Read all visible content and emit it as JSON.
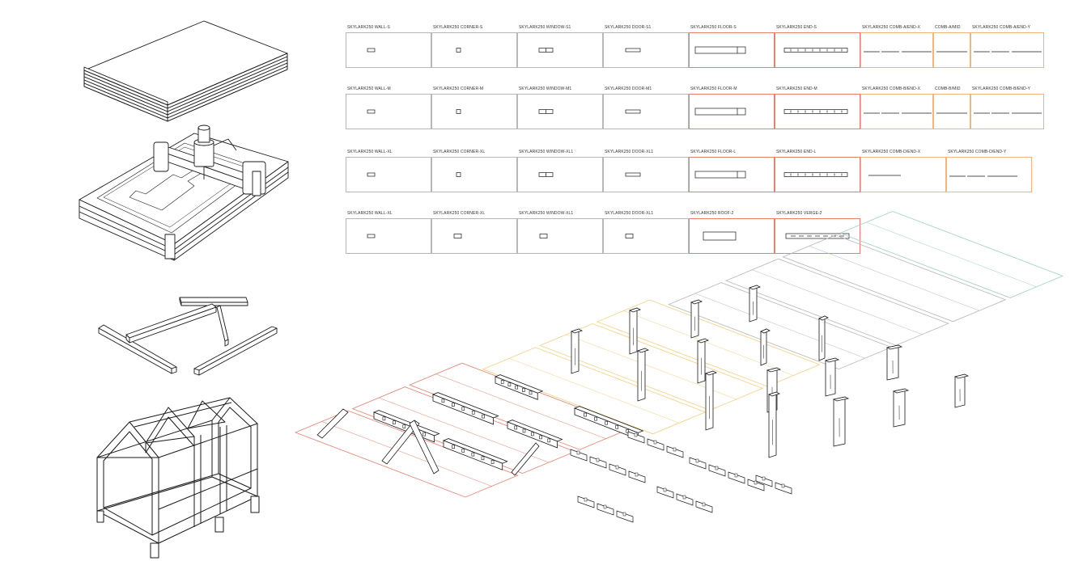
{
  "palette": {
    "grey": "#b7b7b7",
    "red": "#e8806e",
    "orange": "#f2b57a",
    "yellow": "#f5cf80",
    "teal": "#9fcfc6",
    "ink": "#1a1a1a"
  },
  "catalog": {
    "rows": [
      {
        "cells": [
          {
            "label": "SKYLARK250 WALL-S",
            "color": "grey",
            "piece": "panel-small"
          },
          {
            "label": "SKYLARK250 CORNER-S",
            "color": "grey",
            "piece": "block"
          },
          {
            "label": "SKYLARK250 WINDOW-S1",
            "color": "grey",
            "piece": "double"
          },
          {
            "label": "SKYLARK250 DOOR-S1",
            "color": "grey",
            "piece": "bar"
          },
          {
            "label": "SKYLARK250 FLOOR-S",
            "color": "red",
            "piece": "floor"
          },
          {
            "label": "SKYLARK250 END-S",
            "color": "red",
            "piece": "end"
          },
          {
            "label": "SKYLARK250 COMB-A/END-X",
            "color": "orange",
            "piece": "comb"
          },
          {
            "label": "COMB-A/MID",
            "color": "orange",
            "piece": "comb-short"
          },
          {
            "label": "SKYLARK250 COMB-A/END-Y",
            "color": "orange",
            "piece": "comb"
          }
        ]
      },
      {
        "cells": [
          {
            "label": "SKYLARK250 WALL-M",
            "color": "grey",
            "piece": "panel-small"
          },
          {
            "label": "SKYLARK250 CORNER-M",
            "color": "grey",
            "piece": "block"
          },
          {
            "label": "SKYLARK250 WINDOW-M1",
            "color": "grey",
            "piece": "double"
          },
          {
            "label": "SKYLARK250 DOOR-M1",
            "color": "grey",
            "piece": "bar"
          },
          {
            "label": "SKYLARK250 FLOOR-M",
            "color": "red",
            "piece": "floor"
          },
          {
            "label": "SKYLARK250 END-M",
            "color": "red",
            "piece": "end"
          },
          {
            "label": "SKYLARK250 COMB-B/END-X",
            "color": "orange",
            "piece": "comb"
          },
          {
            "label": "COMB-B/MID",
            "color": "orange",
            "piece": "comb-short"
          },
          {
            "label": "SKYLARK250 COMB-B/END-Y",
            "color": "orange",
            "piece": "comb"
          }
        ]
      },
      {
        "cells": [
          {
            "label": "SKYLARK250 WALL-XL",
            "color": "grey",
            "piece": "panel-small"
          },
          {
            "label": "SKYLARK250 CORNER-XL",
            "color": "grey",
            "piece": "block"
          },
          {
            "label": "SKYLARK250 WINDOW-XL1",
            "color": "grey",
            "piece": "double"
          },
          {
            "label": "SKYLARK250 DOOR-XL1",
            "color": "grey",
            "piece": "bar"
          },
          {
            "label": "SKYLARK250 FLOOR-L",
            "color": "red",
            "piece": "floor"
          },
          {
            "label": "SKYLARK250 END-L",
            "color": "red",
            "piece": "end"
          },
          {
            "label": "SKYLARK250 COMB-D/END-X",
            "color": "orange",
            "piece": "comb-one"
          },
          {
            "label": "SKYLARK250 COMB-D/END-Y",
            "color": "orange",
            "piece": "comb"
          }
        ]
      },
      {
        "cells": [
          {
            "label": "SKYLARK250 WALL-XL",
            "color": "grey",
            "piece": "panel-small"
          },
          {
            "label": "SKYLARK250 CORNER-XL",
            "color": "grey",
            "piece": "bar-small"
          },
          {
            "label": "SKYLARK250 WINDOW-XL1",
            "color": "grey",
            "piece": "bar-small"
          },
          {
            "label": "SKYLARK250 DOOR-XL1",
            "color": "grey",
            "piece": "bar-small"
          },
          {
            "label": "SKYLARK250 ROOF-2",
            "color": "red",
            "piece": "roof"
          },
          {
            "label": "SKYLARK250 VERGE-2",
            "color": "red",
            "piece": "verge"
          }
        ]
      }
    ]
  },
  "illustrations": [
    {
      "name": "plywood-sheet-stack",
      "icon": "stacked-sheets"
    },
    {
      "name": "cnc-router-machine",
      "icon": "cnc-router"
    },
    {
      "name": "cut-timber-parts",
      "icon": "loose-beams"
    },
    {
      "name": "assembled-house-frame",
      "icon": "house-frame"
    }
  ],
  "exploded_layout": {
    "strips": [
      {
        "color": "red"
      },
      {
        "color": "red"
      },
      {
        "color": "red"
      },
      {
        "color": "yellow"
      },
      {
        "color": "yellow"
      },
      {
        "color": "yellow"
      },
      {
        "color": "grey"
      },
      {
        "color": "grey"
      },
      {
        "color": "grey"
      },
      {
        "color": "teal"
      }
    ]
  }
}
